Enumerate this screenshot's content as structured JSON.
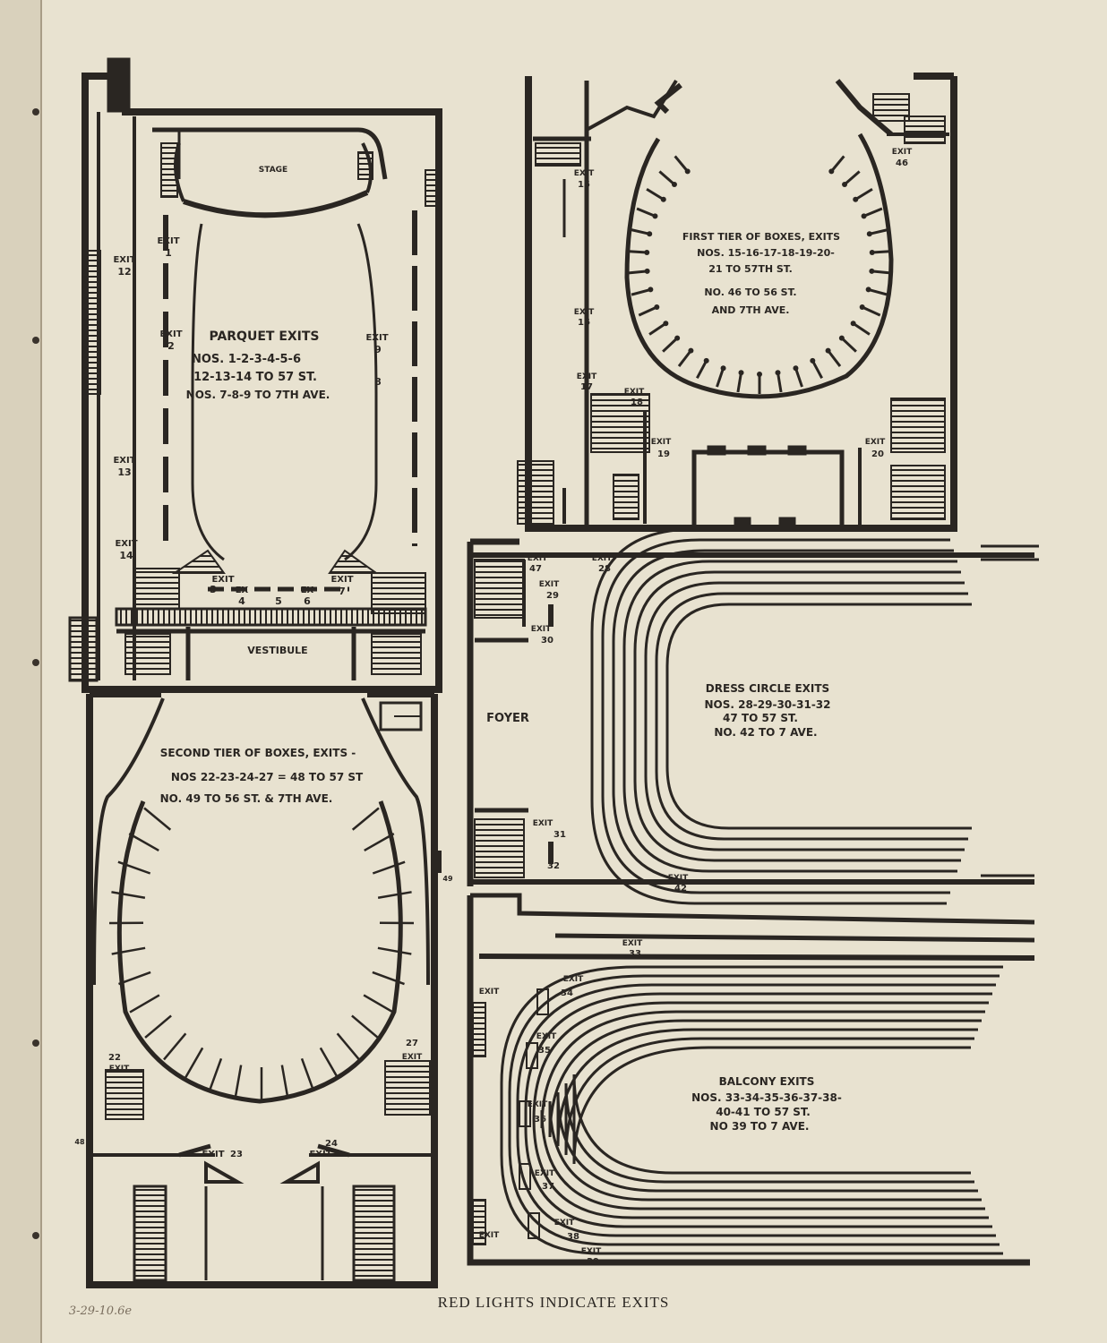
{
  "parquet": {
    "stage": "STAGE",
    "title": "PARQUET EXITS",
    "line1": "NOS. 1-2-3-4-5-6",
    "line2": "12-13-14 TO 57 ST.",
    "line3": "NOS. 7-8-9 TO 7TH AVE.",
    "vestibule": "VESTIBULE",
    "exit_word": "EXIT",
    "ex_word": "EX",
    "nums": [
      "1",
      "2",
      "3",
      "4",
      "5",
      "6",
      "7",
      "8",
      "9",
      "12",
      "13",
      "14"
    ]
  },
  "first_tier": {
    "title": "FIRST TIER OF BOXES, EXITS",
    "line1": "NOS. 15-16-17-18-19-20-",
    "line2": "21 TO 57TH ST.",
    "line3": "NO. 46 TO 56 ST.",
    "line4": "AND 7TH AVE.",
    "nums": [
      "15",
      "16",
      "17",
      "18",
      "19",
      "20",
      "46"
    ]
  },
  "dress_circle": {
    "title": "DRESS CIRCLE EXITS",
    "line1": "NOS. 28-29-30-31-32",
    "line2": "47 TO 57 ST.",
    "line3": "NO. 42 TO 7 AVE.",
    "foyer": "FOYER",
    "nums": [
      "47",
      "28",
      "29",
      "30",
      "31",
      "32",
      "42"
    ]
  },
  "second_tier": {
    "title": "SECOND TIER OF BOXES, EXITS -",
    "line1": "NOS 22-23-24-27 = 48 TO 57 ST",
    "line2": "NO. 49 TO 56 ST. & 7TH AVE.",
    "nums": [
      "22",
      "23",
      "24",
      "27",
      "48",
      "49"
    ]
  },
  "balcony": {
    "title": "BALCONY EXITS",
    "line1": "NOS. 33-34-35-36-37-38-",
    "line2": "40-41 TO 57 ST.",
    "line3": "NO 39 TO 7 AVE.",
    "nums": [
      "33",
      "34",
      "35",
      "36",
      "37",
      "38",
      "39"
    ]
  },
  "footer": "RED LIGHTS INDICATE EXITS",
  "handwritten_note": "3-29-10.6e"
}
